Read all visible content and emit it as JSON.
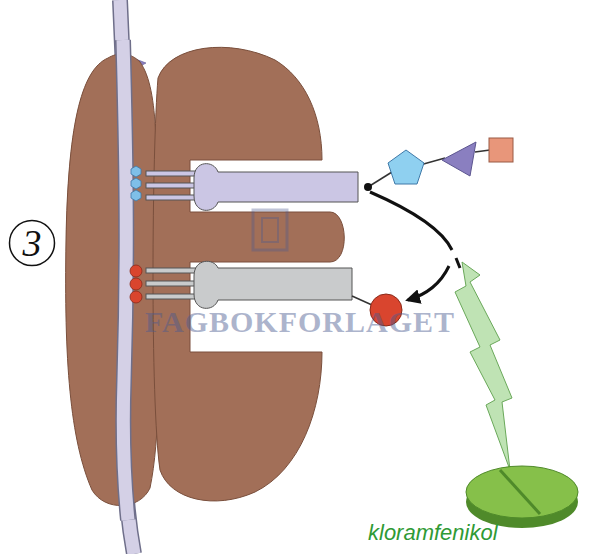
{
  "diagram": {
    "nodes": [
      {
        "text": [
          "3"
        ]
      }
    ],
    "labels": [
      "kloramfenikol",
      "FAGBOKFORLAGET"
    ]
  }
}
